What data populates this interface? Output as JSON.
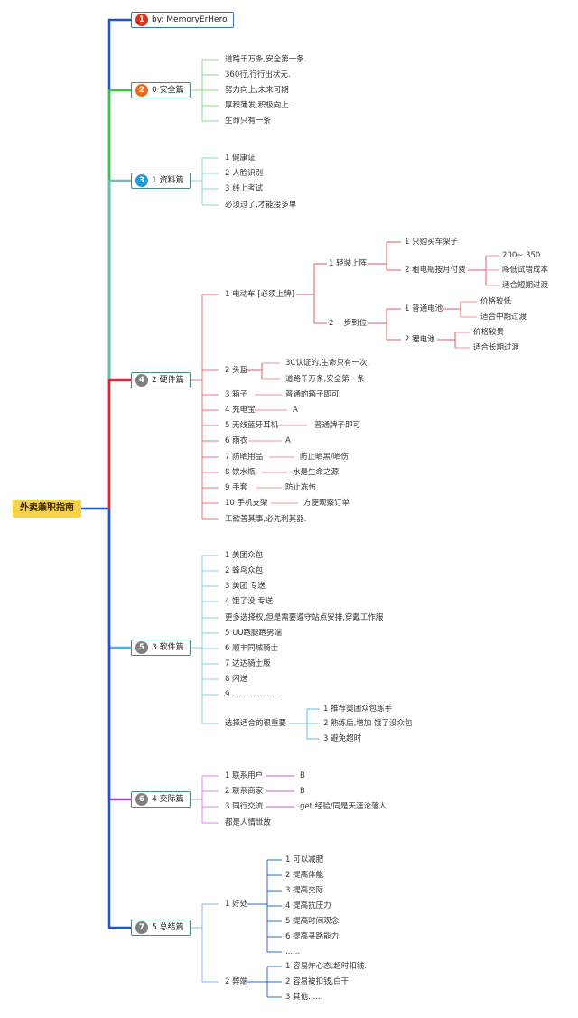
{
  "root": {
    "label": "外卖兼职指南"
  },
  "branches": [
    {
      "number": "1",
      "badge_color": "#d03a1c",
      "label": "by: MemoryErHero",
      "items": []
    },
    {
      "number": "2",
      "badge_color": "#ee6a1a",
      "label": "0 安全篇",
      "items": [
        "道路千万条,安全第一条.",
        "360行,行行出状元.",
        "努力向上,未来可期",
        "厚积薄发,积极向上.",
        "生命只有一条"
      ]
    },
    {
      "number": "3",
      "badge_color": "#1e9ad6",
      "label": "1 资料篇",
      "items": [
        "1 健康证",
        "2 人脸识别",
        "3 线上考试",
        "必须过了,才能接多单"
      ]
    },
    {
      "number": "4",
      "badge_color": "#7f7f7f",
      "label": "2 硬件篇",
      "items": [
        {
          "label": "1 电动车 [必须上牌]",
          "sub": [
            {
              "label": "1 轻装上阵",
              "sub": [
                {
                  "label": "1 只购买车架子"
                },
                {
                  "label": "2 租电瓶按月付费",
                  "sub": [
                    "200~ 350",
                    "降低试错成本",
                    "适合短期过渡"
                  ]
                }
              ]
            },
            {
              "label": "2 一步到位",
              "sub": [
                {
                  "label": "1 普通电池",
                  "sub": [
                    "价格较低",
                    "适合中期过渡"
                  ]
                },
                {
                  "label": "2 锂电池",
                  "sub": [
                    "价格较贵",
                    "适合长期过渡"
                  ]
                }
              ]
            }
          ]
        },
        {
          "label": "2 头盔",
          "sub": [
            "3C认证的,生命只有一次.",
            "道路千万条,安全第一条"
          ]
        },
        {
          "label": "3 箱子",
          "sub": [
            "普通的箱子即可"
          ]
        },
        {
          "label": "4 充电宝",
          "sub": [
            "A"
          ]
        },
        {
          "label": "5 无线蓝牙耳机",
          "sub": [
            "普通牌子即可"
          ]
        },
        {
          "label": "6 雨衣",
          "sub": [
            "A"
          ]
        },
        {
          "label": "7 防晒用品",
          "sub": [
            "防止晒黑/晒伤"
          ]
        },
        {
          "label": "8 饮水瓶",
          "sub": [
            "水是生命之源"
          ]
        },
        {
          "label": "9 手套",
          "sub": [
            "防止冻伤"
          ]
        },
        {
          "label": "10 手机支架",
          "sub": [
            "方便观察订单"
          ]
        },
        {
          "label": "工欲善其事,必先利其器."
        }
      ]
    },
    {
      "number": "5",
      "badge_color": "#7f7f7f",
      "label": "3 软件篇",
      "items": [
        "1 美团众包",
        "2 蜂鸟众包",
        "3 美团 专送",
        "4 饿了没 专送",
        "更多选择权,但是需要遵守站点安排,穿戴工作服",
        "5 UU跑腿跑男端",
        "6 顺丰同城骑士",
        "7 达达骑士版",
        "8 闪送",
        "9 ..................",
        {
          "label": "选择适合的很重要",
          "sub": [
            "1 推荐美团众包练手",
            "2 熟练后,增加 饿了没众包",
            "3 避免超时"
          ]
        }
      ]
    },
    {
      "number": "6",
      "badge_color": "#7f7f7f",
      "label": "4 交际篇",
      "items": [
        {
          "label": "1 联系用户",
          "sub": [
            "B"
          ]
        },
        {
          "label": "2 联系商家",
          "sub": [
            "B"
          ]
        },
        {
          "label": "3 同行交流",
          "sub": [
            "get 经验/同是天涯沦落人"
          ]
        },
        {
          "label": "都是人情世故"
        }
      ]
    },
    {
      "number": "7",
      "badge_color": "#7f7f7f",
      "label": "5 总结篇",
      "items": [
        {
          "label": "1 好处",
          "sub": [
            "1 可以减肥",
            "2 提高体能",
            "3 提高交际",
            "4 提高抗压力",
            "5 提高时间观念",
            "6 提高寻路能力",
            "......"
          ]
        },
        {
          "label": "2 弊端",
          "sub": [
            "1 容易炸心态,超时扣钱.",
            "2 容易被扣钱,白干",
            "3 其他......"
          ]
        }
      ]
    }
  ]
}
